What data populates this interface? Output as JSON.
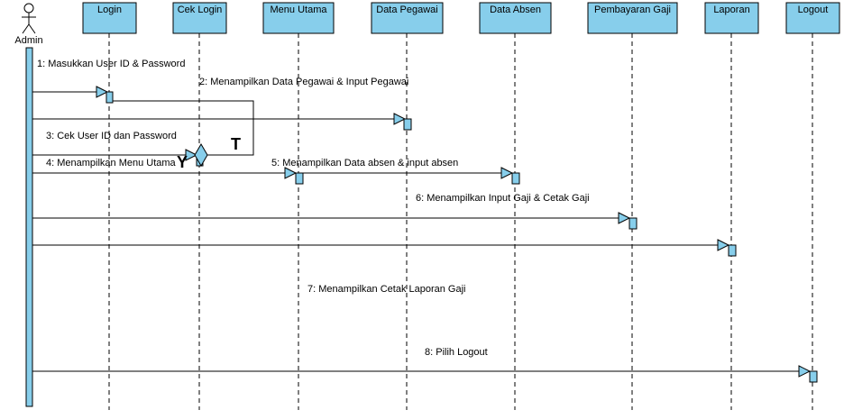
{
  "actor": {
    "label": "Admin"
  },
  "lifelines": [
    {
      "id": "login",
      "label": "Login"
    },
    {
      "id": "cek_login",
      "label": "Cek Login"
    },
    {
      "id": "menu_utama",
      "label": "Menu Utama"
    },
    {
      "id": "data_pegawai",
      "label": "Data Pegawai"
    },
    {
      "id": "data_absen",
      "label": "Data Absen"
    },
    {
      "id": "pembayaran_gaji",
      "label": "Pembayaran Gaji"
    },
    {
      "id": "laporan",
      "label": "Laporan"
    },
    {
      "id": "logout",
      "label": "Logout"
    }
  ],
  "messages": [
    {
      "label": "1: Masukkan User ID & Password",
      "target": "login"
    },
    {
      "label": "2: Menampilkan Data Pegawai & Input Pegawai",
      "target": "data_pegawai"
    },
    {
      "label": "3: Cek User ID dan Password",
      "target": "cek_login"
    },
    {
      "label": "4: Menampilkan Menu Utama",
      "target": "menu_utama"
    },
    {
      "label": "5: Menampilkan Data absen & input absen",
      "target": "data_absen"
    },
    {
      "label": "6: Menampilkan Input Gaji & Cetak Gaji",
      "target": "pembayaran_gaji"
    },
    {
      "label": "7: Menampilkan Cetak Laporan Gaji",
      "target": "laporan"
    },
    {
      "label": "8: Pilih Logout",
      "target": "logout"
    }
  ],
  "decision": {
    "true_label": "T",
    "false_label": "Y"
  },
  "colors": {
    "box_fill": "#87CEEB",
    "activation_fill": "#87CEEB",
    "line": "#000000"
  }
}
